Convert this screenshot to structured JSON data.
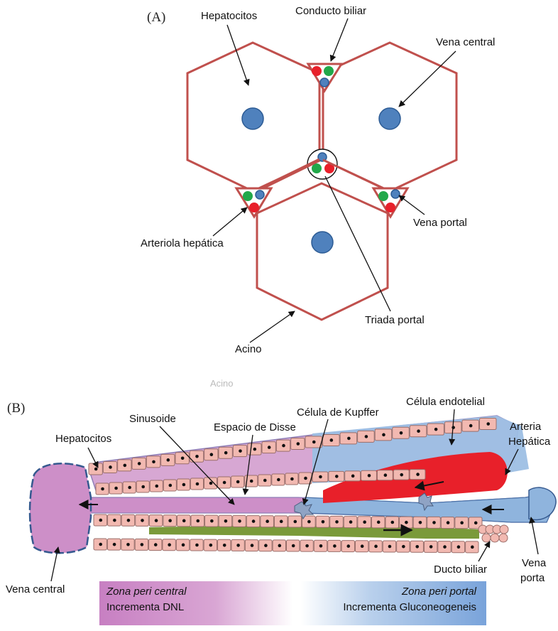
{
  "panel_a": {
    "label": "(A)",
    "labels": {
      "hepatocitos": "Hepatocitos",
      "conducto_biliar": "Conducto biliar",
      "vena_central": "Vena central",
      "vena_portal": "Vena portal",
      "arteriola_hepatica": "Arteriola hepática",
      "triada_portal": "Triada portal",
      "acino": "Acino"
    }
  },
  "panel_b": {
    "label": "(B)",
    "faded_label": "Acino",
    "labels": {
      "hepatocitos": "Hepatocitos",
      "sinusoide": "Sinusoide",
      "espacio_disse": "Espacio de Disse",
      "celula_kupffer": "Célula de Kupffer",
      "celula_endotelial": "Célula endotelial",
      "arteria_line1": "Arteria",
      "arteria_line2": "Hepática",
      "vena_central": "Vena central",
      "ducto_biliar": "Ducto biliar",
      "vena_porta_line1": "Vena",
      "vena_porta_line2": "porta"
    }
  },
  "zones": {
    "left_title": "Zona peri central",
    "left_sub": "Incrementa DNL",
    "right_title": "Zona peri portal",
    "right_sub": "Incrementa Gluconeogeneis"
  },
  "colors": {
    "hex_border": "#c0504d",
    "nucleus": "#4f81bd",
    "vessel_red": "#e8202a",
    "vessel_green": "#22a84a",
    "central_purple": "#cd8fc8",
    "portal_blue": "#8fb4dd",
    "bile_green": "#7a9a3a",
    "hepatocyte_pink": "#f2b9b1"
  }
}
